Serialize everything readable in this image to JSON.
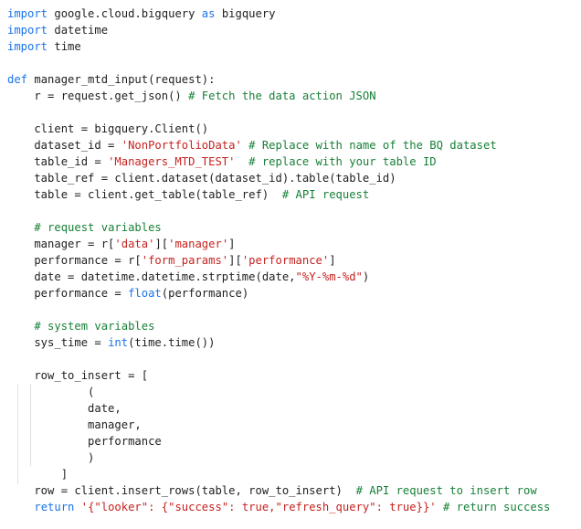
{
  "colors": {
    "background": "#ffffff",
    "text": "#202124",
    "keyword": "#1a73e8",
    "string": "#c5221f",
    "comment": "#188038",
    "builtin": "#1a73e8",
    "indent_guide": "#e0e0e0"
  },
  "code_lines": [
    [
      {
        "t": "kw",
        "v": "import"
      },
      {
        "t": "p",
        "v": " google.cloud.bigquery "
      },
      {
        "t": "kw",
        "v": "as"
      },
      {
        "t": "p",
        "v": " bigquery"
      }
    ],
    [
      {
        "t": "kw",
        "v": "import"
      },
      {
        "t": "p",
        "v": " datetime"
      }
    ],
    [
      {
        "t": "kw",
        "v": "import"
      },
      {
        "t": "p",
        "v": " time"
      }
    ],
    [],
    [
      {
        "t": "kw",
        "v": "def"
      },
      {
        "t": "p",
        "v": " manager_mtd_input(request):"
      }
    ],
    [
      {
        "t": "p",
        "v": "    r = request.get_json() "
      },
      {
        "t": "com",
        "v": "# Fetch the data action JSON"
      }
    ],
    [],
    [
      {
        "t": "p",
        "v": "    client = bigquery.Client()"
      }
    ],
    [
      {
        "t": "p",
        "v": "    dataset_id = "
      },
      {
        "t": "str",
        "v": "'NonPortfolioData'"
      },
      {
        "t": "p",
        "v": " "
      },
      {
        "t": "com",
        "v": "# Replace with name of the BQ dataset"
      }
    ],
    [
      {
        "t": "p",
        "v": "    table_id = "
      },
      {
        "t": "str",
        "v": "'Managers_MTD_TEST'"
      },
      {
        "t": "p",
        "v": "  "
      },
      {
        "t": "com",
        "v": "# replace with your table ID"
      }
    ],
    [
      {
        "t": "p",
        "v": "    table_ref = client.dataset(dataset_id).table(table_id)"
      }
    ],
    [
      {
        "t": "p",
        "v": "    table = client.get_table(table_ref)  "
      },
      {
        "t": "com",
        "v": "# API request"
      }
    ],
    [],
    [
      {
        "t": "p",
        "v": "    "
      },
      {
        "t": "com",
        "v": "# request variables"
      }
    ],
    [
      {
        "t": "p",
        "v": "    manager = r["
      },
      {
        "t": "str",
        "v": "'data'"
      },
      {
        "t": "p",
        "v": "]["
      },
      {
        "t": "str",
        "v": "'manager'"
      },
      {
        "t": "p",
        "v": "]"
      }
    ],
    [
      {
        "t": "p",
        "v": "    performance = r["
      },
      {
        "t": "str",
        "v": "'form_params'"
      },
      {
        "t": "p",
        "v": "]["
      },
      {
        "t": "str",
        "v": "'performance'"
      },
      {
        "t": "p",
        "v": "]"
      }
    ],
    [
      {
        "t": "p",
        "v": "    date = datetime.datetime.strptime(date,"
      },
      {
        "t": "str",
        "v": "\"%Y-%m-%d\""
      },
      {
        "t": "p",
        "v": ")"
      }
    ],
    [
      {
        "t": "p",
        "v": "    performance = "
      },
      {
        "t": "fn",
        "v": "float"
      },
      {
        "t": "p",
        "v": "(performance)"
      }
    ],
    [],
    [
      {
        "t": "p",
        "v": "    "
      },
      {
        "t": "com",
        "v": "# system variables"
      }
    ],
    [
      {
        "t": "p",
        "v": "    sys_time = "
      },
      {
        "t": "fn",
        "v": "int"
      },
      {
        "t": "p",
        "v": "(time.time())"
      }
    ],
    [],
    [
      {
        "t": "p",
        "v": "    row_to_insert = ["
      }
    ],
    [
      {
        "t": "p",
        "v": "            ("
      }
    ],
    [
      {
        "t": "p",
        "v": "            date,"
      }
    ],
    [
      {
        "t": "p",
        "v": "            manager,"
      }
    ],
    [
      {
        "t": "p",
        "v": "            performance"
      }
    ],
    [
      {
        "t": "p",
        "v": "            )"
      }
    ],
    [
      {
        "t": "p",
        "v": "        ]"
      }
    ],
    [
      {
        "t": "p",
        "v": "    row = client.insert_rows(table, row_to_insert)  "
      },
      {
        "t": "com",
        "v": "# API request to insert row"
      }
    ],
    [
      {
        "t": "p",
        "v": "    "
      },
      {
        "t": "kw",
        "v": "return"
      },
      {
        "t": "p",
        "v": " "
      },
      {
        "t": "str",
        "v": "'{\"looker\": {\"success\": true,\"refresh_query\": true}}'"
      },
      {
        "t": "p",
        "v": " "
      },
      {
        "t": "com",
        "v": "# return success"
      }
    ]
  ]
}
